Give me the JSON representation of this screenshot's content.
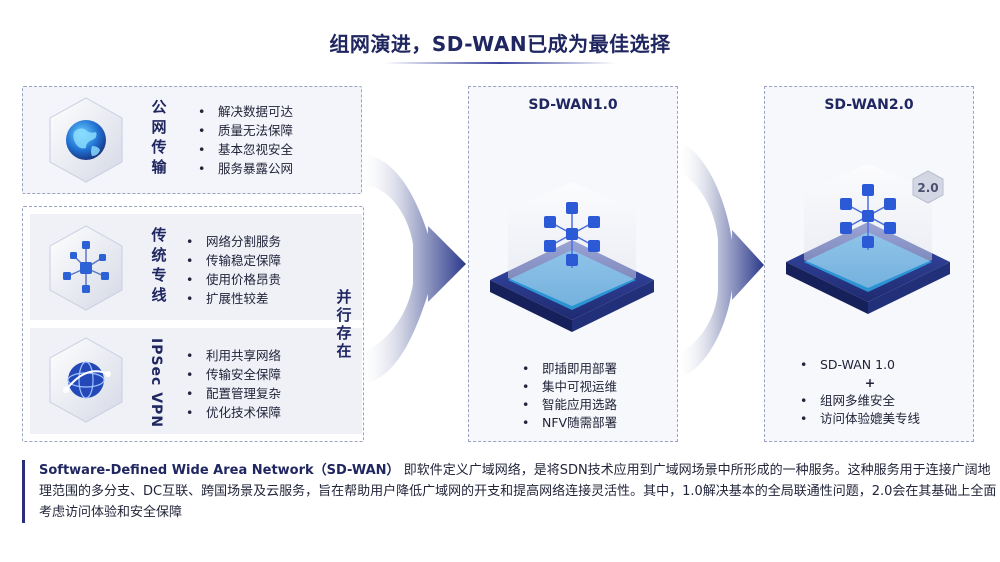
{
  "title": "组网演进，SD-WAN已成为最佳选择",
  "public": {
    "label": [
      "公",
      "网",
      "传",
      "输"
    ],
    "features": [
      "解决数据可达",
      "质量无法保障",
      "基本忽视安全",
      "服务暴露公网"
    ]
  },
  "line": {
    "label": [
      "传",
      "统",
      "专",
      "线"
    ],
    "features": [
      "网络分割服务",
      "传输稳定保障",
      "使用价格昂贵",
      "扩展性较差"
    ]
  },
  "ipsec": {
    "label": "IPSec VPN",
    "features": [
      "利用共享网络",
      "传输安全保障",
      "配置管理复杂",
      "优化技术保障"
    ]
  },
  "coexist": [
    "并",
    "行",
    "存",
    "在"
  ],
  "sdwan1": {
    "title": "SD-WAN1.0",
    "features": [
      "即插即用部署",
      "集中可视运维",
      "智能应用选路",
      "NFV随需部署"
    ]
  },
  "sdwan2": {
    "title": "SD-WAN2.0",
    "badge": "2.0",
    "item1": "SD-WAN 1.0",
    "plus": "+",
    "features": [
      "组网多维安全",
      "访问体验媲美专线"
    ]
  },
  "bottom": {
    "highlight": "Software-Defined Wide Area Network（SD-WAN）",
    "text": "   即软件定义广域网络，是将SDN技术应用到广域网场景中所形成的一种服务。这种服务用于连接广阔地理范围的多分支、DC互联、跨国场景及云服务，旨在帮助用户降低广域网的开支和提高网络连接灵活性。其中，1.0解决基本的全局联通性问题，2.0会在其基础上全面考虑访问体验和安全保障"
  },
  "colors": {
    "navy": "#1f2660",
    "accent_blue": "#1e6fd9",
    "platform": "#2b3a8c"
  }
}
